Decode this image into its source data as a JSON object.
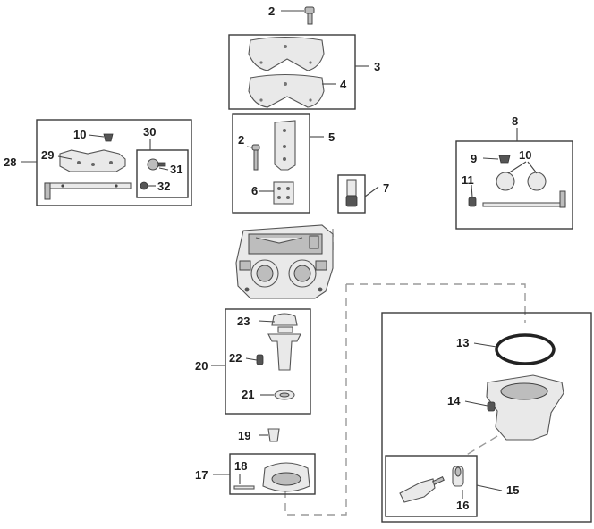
{
  "diagram": {
    "callouts": {
      "c2a": "2",
      "c3": "3",
      "c4": "4",
      "c5": "5",
      "c2b": "2",
      "c6": "6",
      "c7": "7",
      "c8": "8",
      "c9": "9",
      "c10b": "10",
      "c11": "11",
      "c28": "28",
      "c10a": "10",
      "c29": "29",
      "c30": "30",
      "c31": "31",
      "c32": "32",
      "c20": "20",
      "c23": "23",
      "c22": "22",
      "c21": "21",
      "c19": "19",
      "c17": "17",
      "c18": "18",
      "c13": "13",
      "c14": "14",
      "c15": "15",
      "c16": "16"
    }
  }
}
